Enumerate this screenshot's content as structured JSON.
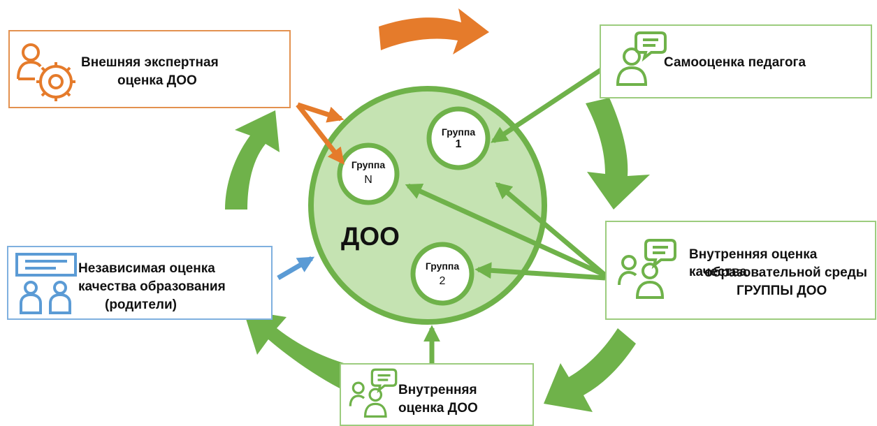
{
  "center": {
    "label": "ДОО"
  },
  "groups": {
    "g1": {
      "title": "Группа",
      "num": "1"
    },
    "gn": {
      "title": "Группа",
      "num": "N"
    },
    "g2": {
      "title": "Группа",
      "num": "2"
    }
  },
  "nodes": {
    "external": {
      "line1": "Внешняя экспертная",
      "line2": "оценка ДОО",
      "icon": "user-gear-icon"
    },
    "self": {
      "line1": "Самооценка педагога",
      "icon": "user-speech-icon"
    },
    "internal_env": {
      "line1": "Внутренняя оценка качества",
      "line2": "образовательной среды",
      "line3": "ГРУППЫ ДОО",
      "icon": "group-speech-icon"
    },
    "internal": {
      "line1": "Внутренняя",
      "line2": "оценка ДОО",
      "icon": "group-speech-icon"
    },
    "independent": {
      "line1": "Независимая оценка",
      "line2": "качества образования",
      "line3": "(родители)",
      "icon": "presentation-users-icon"
    }
  },
  "colors": {
    "orange": "#e57b2b",
    "orange_border": "#e3914f",
    "green": "#6fb24a",
    "green_border": "#9ccc7e",
    "circle_fill": "#c5e3b2",
    "blue": "#5b9bd5",
    "blue_border": "#7fb0df"
  }
}
